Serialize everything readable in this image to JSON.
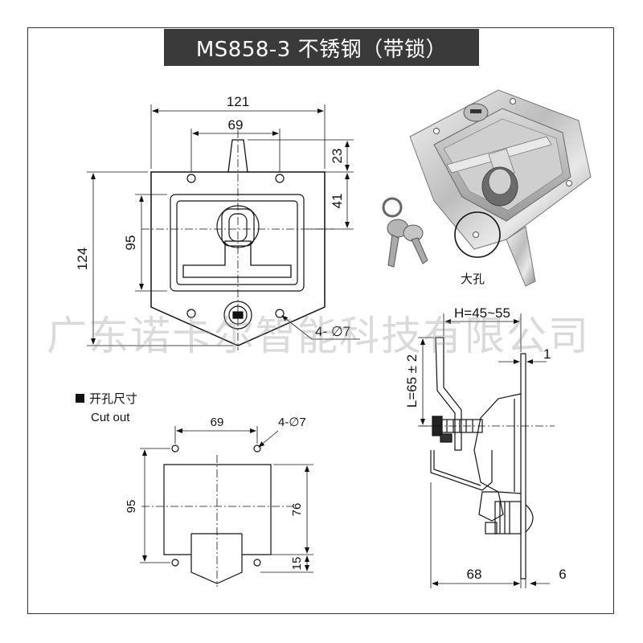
{
  "title": "MS858-3 不锈钢（带锁）",
  "watermark": "广东诺卡尔智能科技有限公司",
  "front_view": {
    "width_total": "121",
    "width_holes": "69",
    "height_total": "124",
    "height_inner": "95",
    "handle_top": "23",
    "handle_offset": "41",
    "hole_spec": "4- ∅7"
  },
  "photo": {
    "callout_label": "大孔"
  },
  "cutout": {
    "heading": "开孔尺寸",
    "heading_en": "Cut out",
    "hole_spacing": "69",
    "hole_spec": "4-∅7",
    "height": "95",
    "inner_height": "76",
    "bottom": "15"
  },
  "side_view": {
    "h_range": "H=45~55",
    "thickness": "1",
    "l_range": "L=65 ± 2",
    "depth": "68",
    "flange": "6"
  },
  "colors": {
    "title_bg": "#3a3a3a",
    "line": "#111111"
  }
}
